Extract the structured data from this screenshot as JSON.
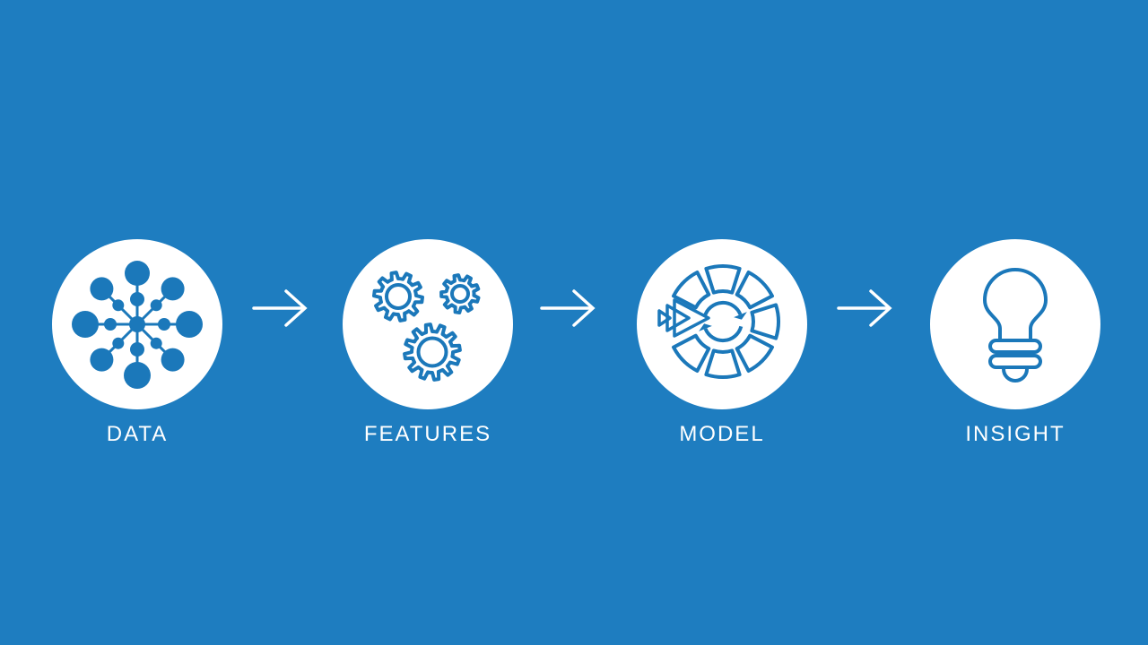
{
  "colors": {
    "background": "#1e7dc0",
    "icon_blue": "#1b78ba",
    "circle_fill": "#ffffff",
    "text": "#ffffff",
    "arrow": "#ffffff"
  },
  "pipeline": {
    "stages": [
      {
        "label": "DATA",
        "icon": "data-network-icon"
      },
      {
        "label": "FEATURES",
        "icon": "gears-icon"
      },
      {
        "label": "MODEL",
        "icon": "model-iteration-icon"
      },
      {
        "label": "INSIGHT",
        "icon": "lightbulb-icon"
      }
    ],
    "connector": "right-arrow"
  }
}
